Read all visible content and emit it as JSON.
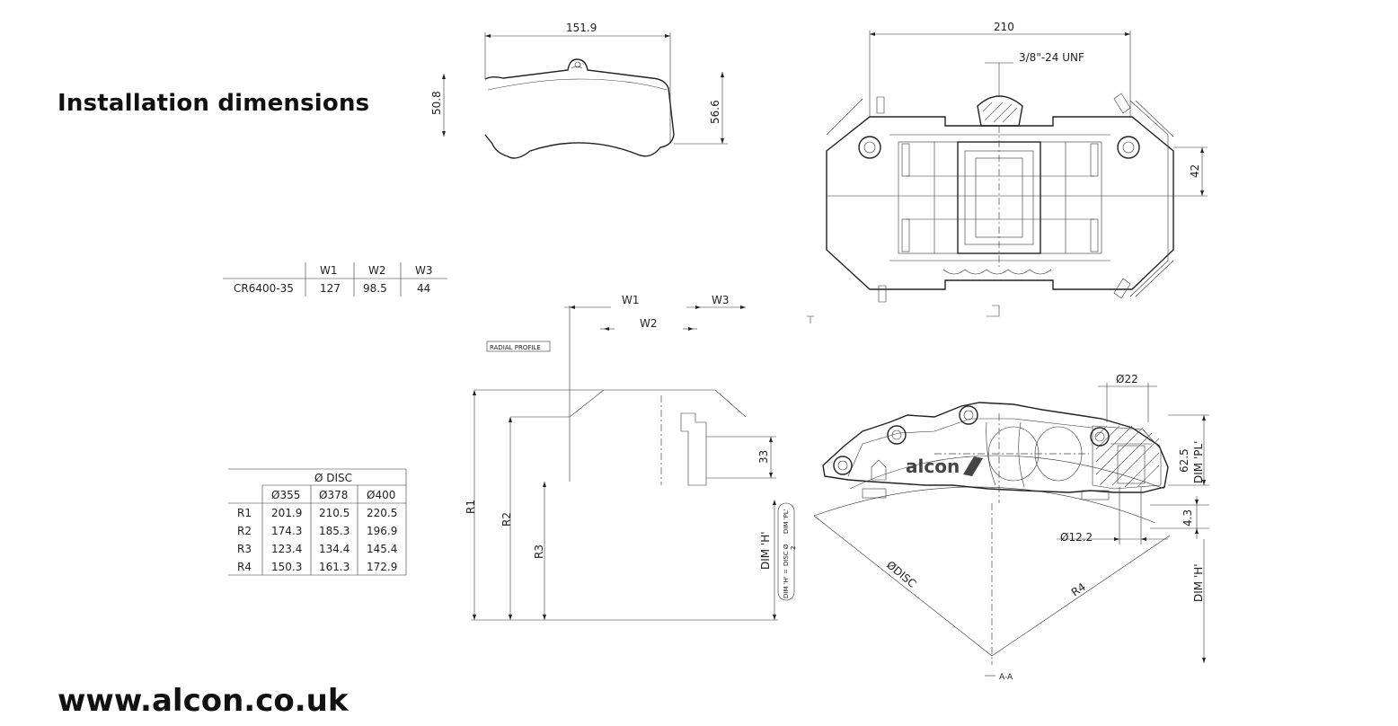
{
  "title": "Installation dimensions",
  "website": "www.alcon.co.uk",
  "pad": {
    "width_dim": "151.9",
    "height_left": "50.8",
    "height_right": "56.6"
  },
  "caliper_top": {
    "width_dim": "210",
    "thread": "3/8\"-24 UNF",
    "side_dim": "42"
  },
  "width_table": {
    "headers": [
      "",
      "W1",
      "W2",
      "W3"
    ],
    "row": [
      "CR6400-35",
      "127",
      "98.5",
      "44"
    ]
  },
  "profile": {
    "w1": "W1",
    "w2": "W2",
    "w3": "W3",
    "radial_profile": "RADIAL PROFILE",
    "dim_33": "33",
    "r1": "R1",
    "r2": "R2",
    "r3": "R3",
    "dim_h": "DIM 'H'",
    "dim_h_note_a": "DIM 'H' =",
    "dim_h_note_b": "DISC Ø",
    "dim_h_note_c": "2",
    "dim_h_note_d": "DIM 'PL'"
  },
  "disc_table": {
    "group_header": "Ø DISC",
    "columns": [
      "",
      "Ø355",
      "Ø378",
      "Ø400"
    ],
    "rows": [
      [
        "R1",
        "201.9",
        "210.5",
        "220.5"
      ],
      [
        "R2",
        "174.3",
        "185.3",
        "196.9"
      ],
      [
        "R3",
        "123.4",
        "134.4",
        "145.4"
      ],
      [
        "R4",
        "150.3",
        "161.3",
        "172.9"
      ]
    ]
  },
  "caliper_side": {
    "bore_dia": "Ø22",
    "dim_62_5": "62.5",
    "dim_pl": "DIM 'PL'",
    "dim_4_3": "4.3",
    "mount_dia": "Ø12.2",
    "disc": "ØDISC",
    "r4": "R4",
    "dim_h": "DIM 'H'",
    "section": "A-A",
    "logo": "alcon"
  }
}
